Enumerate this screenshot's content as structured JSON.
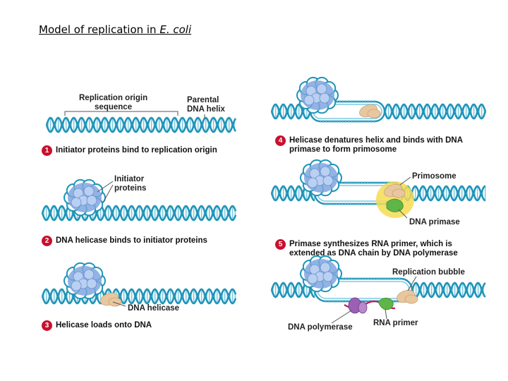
{
  "title": {
    "main": "Model of replication in ",
    "organism": "E. coli"
  },
  "labels": {
    "origin_line1": "Replication origin",
    "origin_line2": "sequence",
    "parental_line1": "Parental",
    "parental_line2": "DNA helix",
    "initiator_line1": "Initiator",
    "initiator_line2": "proteins",
    "dna_helicase": "DNA helicase",
    "primosome": "Primosome",
    "dna_primase": "DNA primase",
    "replication_bubble": "Replication bubble",
    "dna_polymerase": "DNA polymerase",
    "rna_primer": "RNA primer"
  },
  "steps": [
    {
      "number": "1",
      "text": "Initiator proteins bind to replication origin"
    },
    {
      "number": "2",
      "text": "DNA helicase binds to initiator proteins"
    },
    {
      "number": "3",
      "text": "Helicase loads onto DNA"
    },
    {
      "number": "4",
      "line1": "Helicase denatures helix and binds with DNA",
      "line2": "primase to form primosome"
    },
    {
      "number": "5",
      "line1": "Primase synthesizes RNA primer, which is",
      "line2": "extended as DNA chain by DNA polymerase"
    }
  ],
  "colors": {
    "dna_strand": "#1f94b8",
    "dna_rung": "#7ec8e0",
    "initiator_protein": "#7fa6de",
    "helicase": "#e9c79e",
    "primosome_glow": "#f4dc54",
    "primase": "#5fb548",
    "polymerase": "#9b5fb3",
    "rna_primer": "#c2185b",
    "step_badge": "#c8102e"
  }
}
